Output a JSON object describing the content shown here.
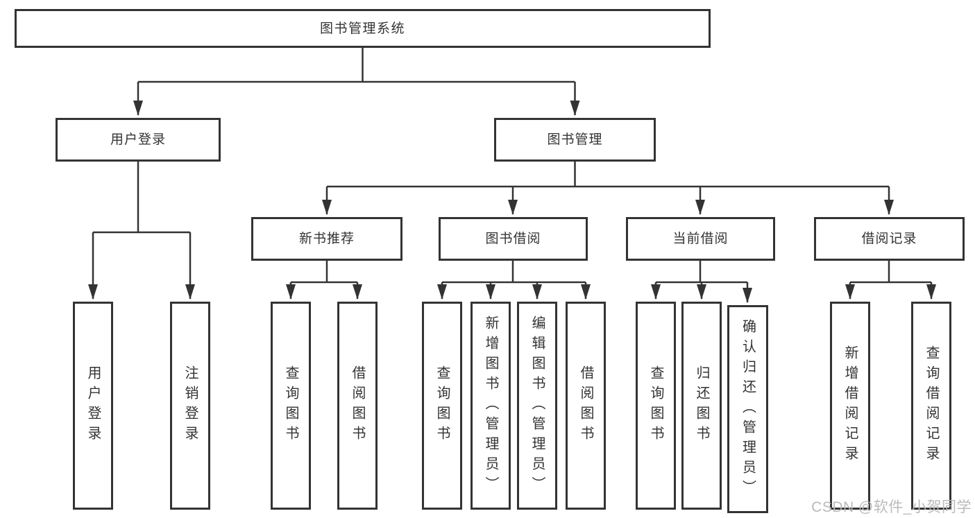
{
  "diagram": {
    "watermark": "CSDN @软件_小贺同学",
    "colors": {
      "line": "#333333",
      "box_border": "#333333",
      "text": "#333333",
      "watermark": "#b6b6b6",
      "background": "#ffffff"
    },
    "nodes": {
      "root": "图书管理系统",
      "user_login": "用户登录",
      "book_management": "图书管理",
      "new_book_recommend": "新书推荐",
      "book_borrow": "图书借阅",
      "current_borrow": "当前借阅",
      "borrow_record": "借阅记录",
      "ul_user_login": "用户登录",
      "ul_logout": "注销登录",
      "nb_query_book": "查询图书",
      "nb_borrow_book": "借阅图书",
      "bb_query_book": "查询图书",
      "bb_add_book": "新增图书（管理员）",
      "bb_edit_book": "编辑图书（管理员）",
      "bb_borrow_book": "借阅图书",
      "cb_query_book": "查询图书",
      "cb_return_book": "归还图书",
      "cb_confirm_return": "确认归还（管理员）",
      "br_add_record": "新增借阅记录",
      "br_query_record": "查询借阅记录"
    }
  }
}
